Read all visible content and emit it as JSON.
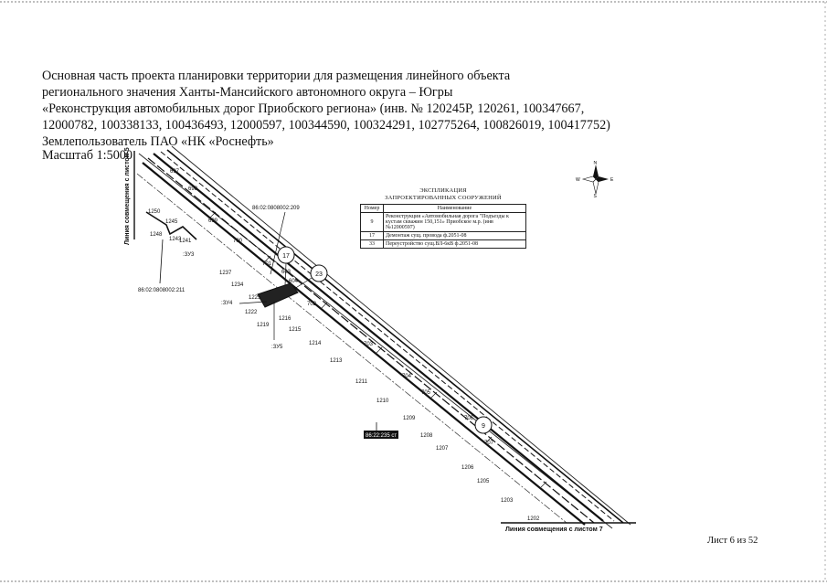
{
  "header": {
    "line1": "Основная часть проекта планировки территории для размещения линейного объекта",
    "line2": "регионального значения Ханты-Мансийского автономного округа – Югры",
    "line3": "«Реконструкция автомобильных дорог Приобского региона» (инв. № 120245Р, 120261, 100347667,",
    "line4": "12000782, 100338133, 100436493, 12000597, 100344590, 100324291, 102775264, 100826019, 100417752)",
    "line5": "Землепользователь ПАО «НК «Роснефть»"
  },
  "scale": "Масштаб 1:5000",
  "sheet": "Лист 6 из 52",
  "compass": {
    "n": "N",
    "s": "S",
    "w": "W",
    "e": "E"
  },
  "legend": {
    "title1": "ЭКСПЛИКАЦИЯ",
    "title2": "ЗАПРОЕКТИРОВАННЫХ СООРУЖЕНИЙ",
    "col_num": "Номер",
    "col_name": "Наименование",
    "rows": [
      {
        "num": "9",
        "name": "Реконструкция «Автомобильная дорога \"Подъезды к кустам скважин 150,151» Приобское м.р. (инв №12000597)"
      },
      {
        "num": "17",
        "name": "Демонтаж сущ. провода ф.2051-08"
      },
      {
        "num": "33",
        "name": "Переустройство сущ.ВЛ-6кВ ф.2051-08"
      }
    ]
  },
  "map": {
    "match_top": "Линия совмещения с листом 5",
    "match_bottom": "Линия совмещения с листом 7",
    "cadastral_1": "86:02:0808002:209",
    "cadastral_2": "86:02:0808002:211",
    "zones": {
      "zu3": ":ЗУ3",
      "zu4": ":ЗУ4",
      "zu5": ":ЗУ5"
    },
    "callouts": {
      "c9": "9",
      "c17": "17",
      "c23": "23"
    },
    "box_label": "86:22:235 ст",
    "pickets_upper": [
      "697",
      "698",
      "699",
      "700",
      "701",
      "702",
      "703",
      "704",
      "705",
      "706",
      "707"
    ],
    "pickets_lower": [
      "1245",
      "1243",
      "1241",
      "1237",
      "1234",
      "1225",
      "1222",
      "1219",
      "1216",
      "1215",
      "1214",
      "1213",
      "1211",
      "1210",
      "1209",
      "1208",
      "1207",
      "1206",
      "1205",
      "1203",
      "1202"
    ],
    "extra_labels": [
      "1250",
      "1248",
      "603",
      "604"
    ]
  }
}
